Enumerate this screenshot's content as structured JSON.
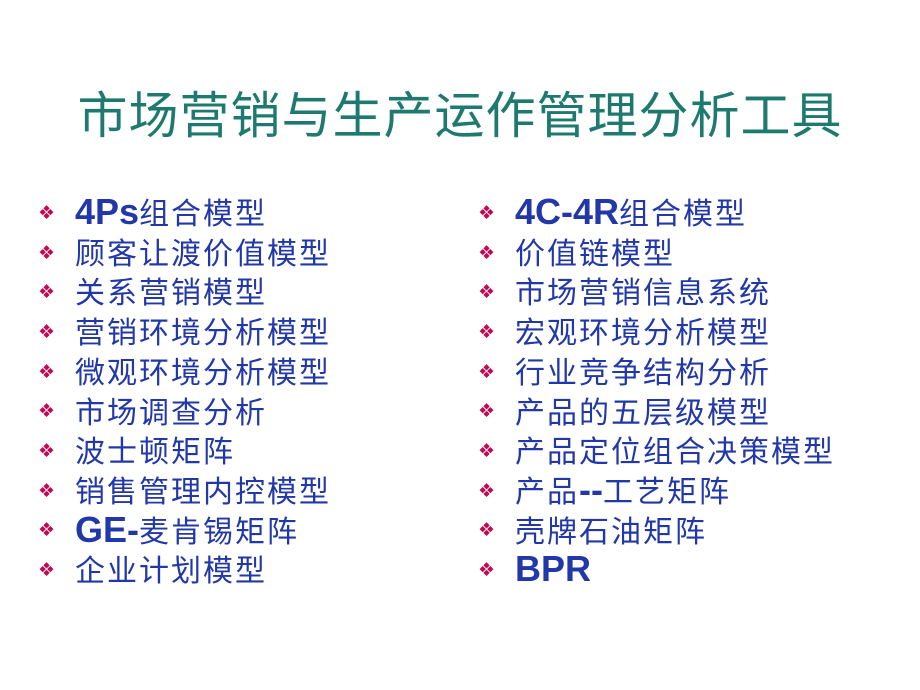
{
  "slide": {
    "title": "市场营销与生产运作管理分析工具",
    "bullet_icon": "❖",
    "colors": {
      "background": "#ffffff",
      "title": "#1e7a6e",
      "text": "#2238a8",
      "bullet": "#c00a52"
    },
    "columns": {
      "left": {
        "items": [
          {
            "pre": "",
            "bold": "4Ps",
            "post": "组合模型"
          },
          {
            "pre": "",
            "bold": "",
            "post": "顾客让渡价值模型"
          },
          {
            "pre": "",
            "bold": "",
            "post": "关系营销模型"
          },
          {
            "pre": "",
            "bold": "",
            "post": "营销环境分析模型"
          },
          {
            "pre": "",
            "bold": "",
            "post": "微观环境分析模型"
          },
          {
            "pre": "",
            "bold": "",
            "post": "市场调查分析"
          },
          {
            "pre": "",
            "bold": "",
            "post": "波士顿矩阵"
          },
          {
            "pre": "",
            "bold": "",
            "post": "销售管理内控模型"
          },
          {
            "pre": "",
            "bold": "GE-",
            "post": "麦肯锡矩阵"
          },
          {
            "pre": "",
            "bold": "",
            "post": "企业计划模型"
          }
        ]
      },
      "right": {
        "items": [
          {
            "pre": "",
            "bold": "4C-4R",
            "post": "组合模型"
          },
          {
            "pre": "",
            "bold": "",
            "post": "价值链模型"
          },
          {
            "pre": "",
            "bold": "",
            "post": "市场营销信息系统"
          },
          {
            "pre": "",
            "bold": "",
            "post": "宏观环境分析模型"
          },
          {
            "pre": "",
            "bold": "",
            "post": "行业竞争结构分析"
          },
          {
            "pre": "",
            "bold": "",
            "post": "产品的五层级模型"
          },
          {
            "pre": "",
            "bold": "",
            "post": "产品定位组合决策模型"
          },
          {
            "pre": "产品",
            "bold": "--",
            "post": "工艺矩阵"
          },
          {
            "pre": "",
            "bold": "",
            "post": "壳牌石油矩阵"
          },
          {
            "pre": "",
            "bold": "BPR",
            "post": ""
          }
        ]
      }
    }
  }
}
